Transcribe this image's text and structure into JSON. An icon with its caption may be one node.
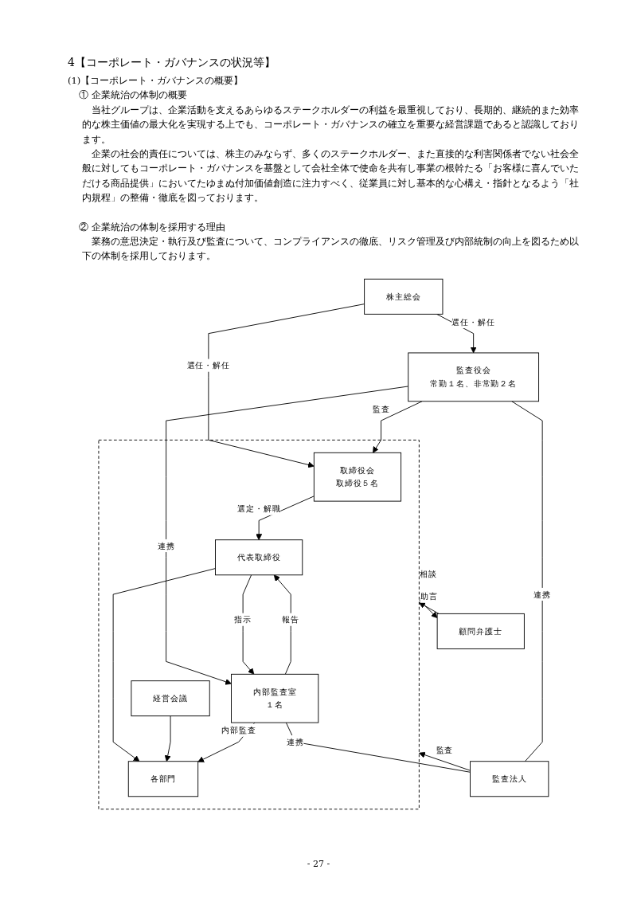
{
  "diagram": {
    "title": "4【コーポレート・ガバナンスの状況等】",
    "nodes": [
      {
        "text": [
          "株主総会"
        ]
      },
      {
        "text": [],
        "shape": "box"
      },
      {
        "text": [
          "取締役会",
          "取締役５名"
        ],
        "in": 1
      },
      {
        "text": [
          "監査役会",
          "常勤１名、非常勤２名"
        ]
      },
      {
        "text": [
          "監査法人"
        ]
      },
      {
        "text": [
          "代表取締役"
        ],
        "in": 1
      },
      {
        "text": [
          "内部監査室",
          "１名"
        ],
        "in": 1
      },
      {
        "text": [
          "経営会議"
        ],
        "in": 1
      },
      {
        "text": [
          "顧問弁護士"
        ]
      },
      {
        "text": [
          "各部門"
        ],
        "in": 1
      }
    ],
    "edges": [
      {
        "from": 0,
        "to": 2,
        "arrow": "to",
        "label": "選任・解任"
      },
      {
        "from": 0,
        "to": 3,
        "arrow": "to",
        "label": "選任・解任"
      },
      {
        "from": 3,
        "to": 2,
        "arrow": "to",
        "label": "監査"
      },
      {
        "from": 3,
        "to": 4,
        "arrow": "none",
        "label": "連携"
      },
      {
        "from": 3,
        "to": 6,
        "arrow": "to",
        "label": "連携"
      },
      {
        "from": 4,
        "to": 1,
        "arrow": "to",
        "label": "監査"
      },
      {
        "from": 2,
        "to": 5,
        "arrow": "to",
        "label": "選定・解職"
      },
      {
        "from": 6,
        "to": 5,
        "arrow": "to",
        "label": "報告"
      },
      {
        "from": 5,
        "to": 6,
        "arrow": "to",
        "label": "指示"
      },
      {
        "from": 6,
        "to": 4,
        "arrow": "none",
        "label": "連携"
      },
      {
        "from": 5,
        "to": 9,
        "arrow": "to"
      },
      {
        "from": 7,
        "to": 9,
        "arrow": "to"
      },
      {
        "from": 6,
        "to": 9,
        "arrow": "to",
        "label": "内部監査"
      },
      {
        "from": 8,
        "to": 1,
        "arrow": "to",
        "label": "助言"
      },
      {
        "from": 1,
        "to": 8,
        "arrow": "to",
        "label": "相談"
      }
    ],
    "labels": [
      "(1)【コーポレート・ガバナンスの概要】",
      "① 企業統治の体制の概要",
      "当社グループは、企業活動を支えるあらゆるステークホルダーの利益を最重視しており、長期的、継続的また効率的な株主価値の最大化を実現する上でも、コーポレート・ガバナンスの確立を重要な経営課題であると認識しております。",
      "企業の社会的責任については、株主のみならず、多くのステークホルダー、また直接的な利害関係者でない社会全般に対してもコーポレート・ガバナンスを基盤として会社全体で使命を共有し事業の根幹たる「お客様に喜んでいただける商品提供」においてたゆまぬ付加価値創造に注力すべく、従業員に対し基本的な心構え・指針となるよう「社内規程」の整備・徹底を図っております。",
      "② 企業統治の体制を採用する理由",
      "業務の意思決定・執行及び監査について、コンプライアンスの徹底、リスク管理及び内部統制の向上を図るため以下の体制を採用しております。",
      "- 27 -"
    ]
  }
}
